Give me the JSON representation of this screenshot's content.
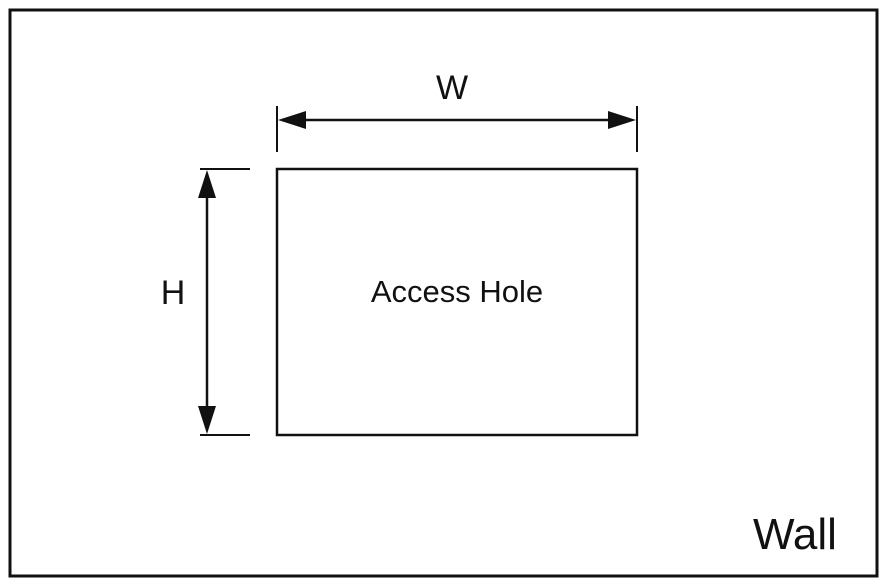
{
  "labels": {
    "width": "W",
    "height": "H",
    "hole": "Access Hole",
    "wall": "Wall"
  },
  "colors": {
    "stroke": "#111111",
    "background": "#ffffff"
  }
}
